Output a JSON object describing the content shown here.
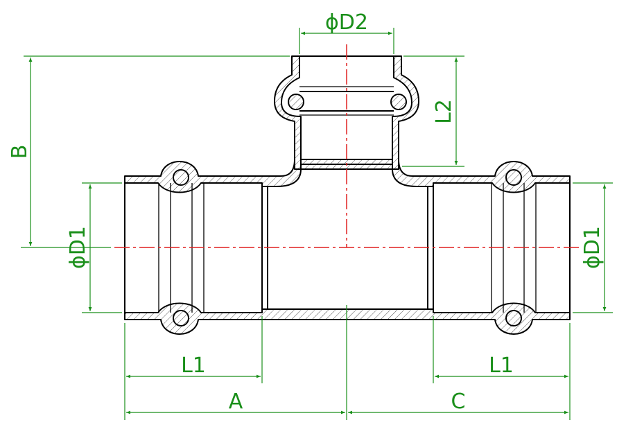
{
  "colors": {
    "outline": "#000000",
    "hatch": "#555555",
    "dimension": "#1a8f1a",
    "centerline": "#e02020",
    "background": "#ffffff"
  },
  "labels": {
    "d2": "ϕD2",
    "b": "B",
    "l2": "L2",
    "d1_left": "ϕD1",
    "d1_right": "ϕD1",
    "l1_left": "L1",
    "l1_right": "L1",
    "a": "A",
    "c": "C"
  }
}
